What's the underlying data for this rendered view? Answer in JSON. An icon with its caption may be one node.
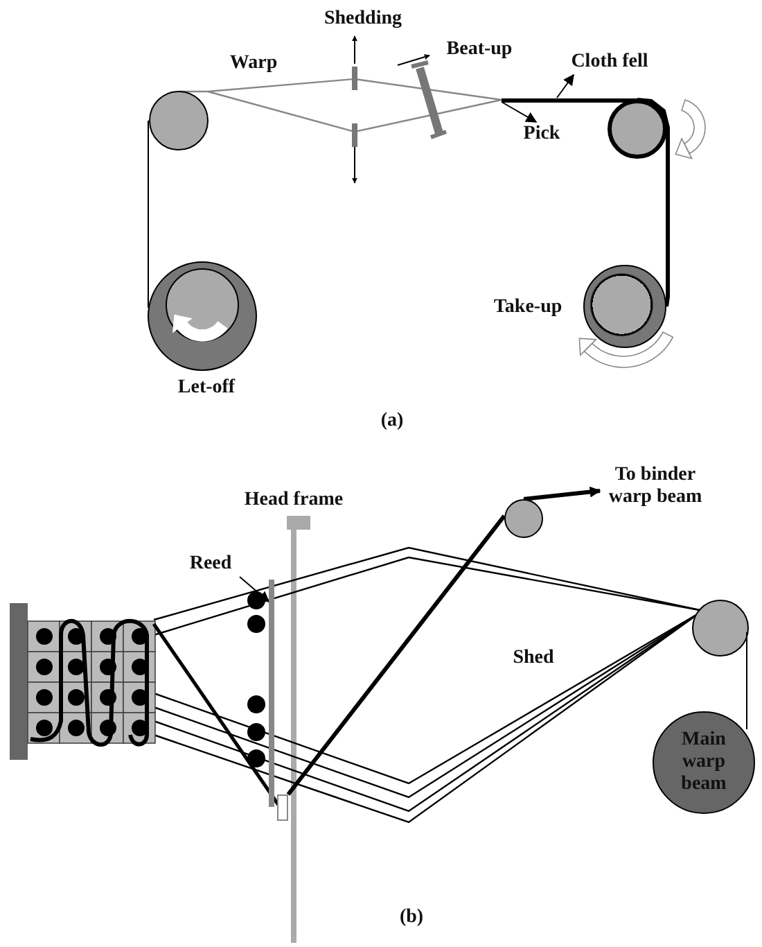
{
  "diagram": {
    "nodes": [
      {
        "text": [
          "Reed"
        ]
      },
      {
        "text": [],
        "shape": "bar"
      },
      {
        "text": [
          "Cloth fell"
        ]
      },
      {
        "text": [
          "Pick"
        ]
      },
      {
        "text": [],
        "shape": "circle"
      },
      {
        "text": [
          "To binder warp beam"
        ]
      },
      {
        "text": [
          "Main warp beam"
        ]
      },
      {
        "text": [],
        "shape": "bar"
      },
      {
        "text": [],
        "shape": "box"
      },
      {
        "text": [],
        "shape": "circle",
        "beside": [
          "Take-up"
        ]
      }
    ],
    "edges": [
      {
        "from": 0,
        "to": 1,
        "arrow": "to"
      },
      {
        "from": 7,
        "to": 2,
        "arrow": "to"
      },
      {
        "from": 7,
        "to": 3,
        "arrow": "to"
      },
      {
        "from": 4,
        "to": 5,
        "arrow": "to",
        "style": "thick"
      },
      {
        "from": 8,
        "to": 4,
        "arrow": "none",
        "style": "thick"
      },
      {
        "from": 7,
        "to": 9,
        "arrow": "none",
        "style": "thick"
      }
    ],
    "labels": [
      "Shedding",
      "Warp",
      "Beat-up",
      "Let-off",
      "(a)",
      "Head frame",
      "Shed",
      "(b)"
    ]
  }
}
